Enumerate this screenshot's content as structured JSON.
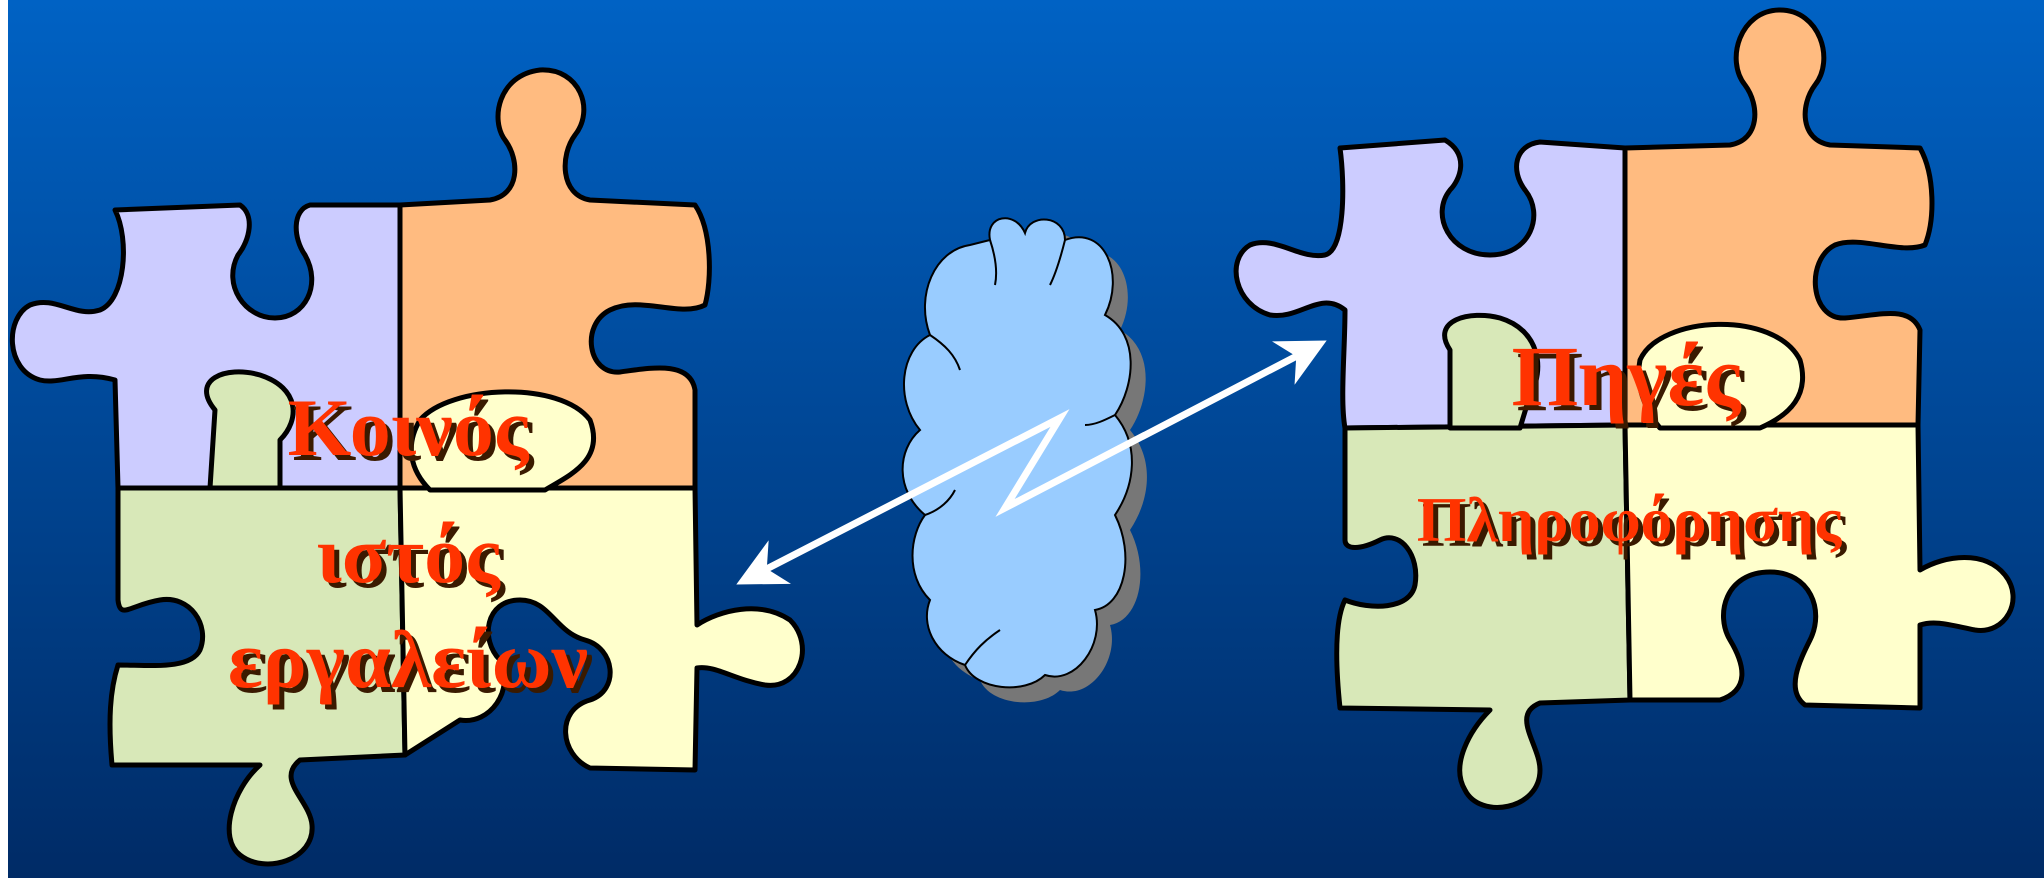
{
  "left_cluster": {
    "label_lines": [
      "Κοινός",
      "ιστός",
      "εργαλείων"
    ]
  },
  "right_cluster": {
    "title": "Πηγές",
    "subtitle": "Πληροφόρησης"
  },
  "colors": {
    "background_top": "#0066cc",
    "background_bottom": "#002a66",
    "lavender": "#ccccff",
    "peach": "#ffbb80",
    "sage": "#d8e8b8",
    "cream": "#ffffcc",
    "cloud": "#99ccff",
    "label": "#ff3300",
    "arrow": "#ffffff"
  },
  "icons": {
    "cloud": "cloud-icon",
    "connection": "lightning-bolt-double-arrow-icon"
  }
}
